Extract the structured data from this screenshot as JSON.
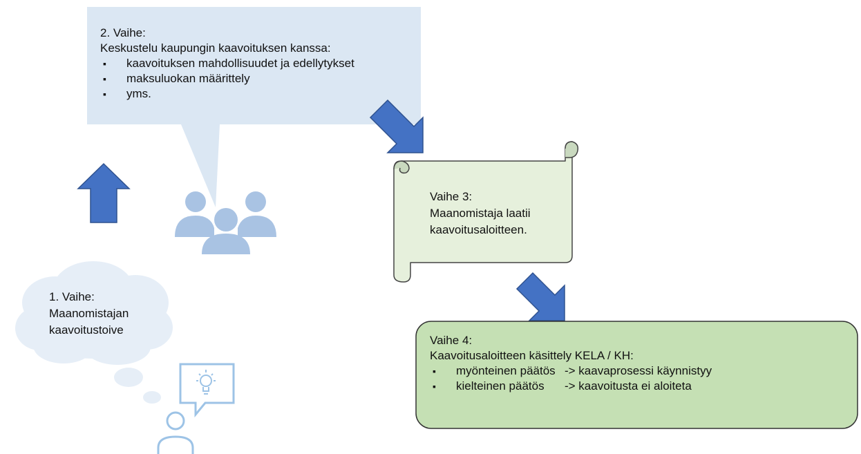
{
  "colors": {
    "blue_bubble": "#dbe7f3",
    "arrow_blue": "#4472c4",
    "arrow_outline": "#2f528f",
    "people_icon": "#a9c3e3",
    "cloud": "#e6eef7",
    "scroll_fill": "#e6f0dc",
    "box4_fill": "#c5e0b4",
    "person_icon": "#9dc3e6"
  },
  "stage2": {
    "title": "2. Vaihe:",
    "subtitle": "Keskustelu kaupungin kaavoituksen kanssa:",
    "items": [
      "kaavoituksen mahdollisuudet ja edellytykset",
      "maksuluokan määrittely",
      "yms."
    ]
  },
  "stage1": {
    "line1": "1. Vaihe:",
    "line2": "Maanomistajan",
    "line3": "kaavoitustoive"
  },
  "stage3": {
    "line1": "Vaihe 3:",
    "line2": "Maanomistaja laatii",
    "line3": "kaavoitusaloitteen."
  },
  "stage4": {
    "title": "Vaihe 4:",
    "subtitle": "Kaavoitusaloitteen käsittely KELA / KH:",
    "items": [
      {
        "label": "myönteinen päätös",
        "result": "-> kaavaprosessi käynnistyy"
      },
      {
        "label": "kielteinen päätös",
        "result": "-> kaavoitusta ei aloiteta"
      }
    ]
  },
  "icons": [
    "people-group-icon",
    "person-idea-icon",
    "lightbulb-icon"
  ]
}
